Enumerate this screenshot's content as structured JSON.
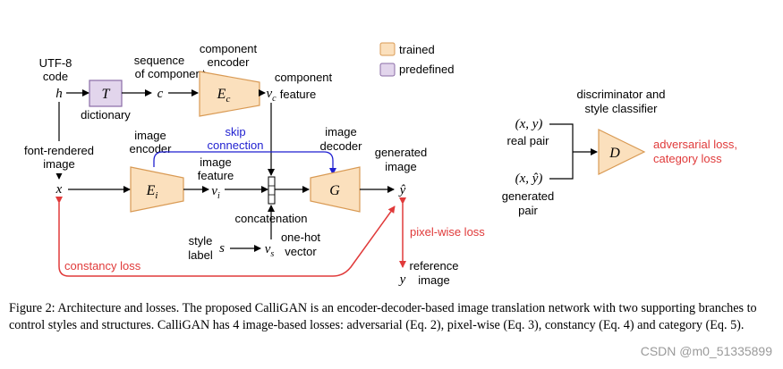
{
  "legend": {
    "trained_label": "trained",
    "predefined_label": "predefined",
    "trained_color": "#fbe0bd",
    "predefined_color": "#e2d5ec"
  },
  "colors": {
    "trained_fill": "#fbe0bd",
    "trained_stroke": "#d99a54",
    "predefined_fill": "#e2d5ec",
    "predefined_stroke": "#8a6ca6",
    "loss_red": "#e03a3a",
    "skip_blue": "#1f1fd0"
  },
  "labels": {
    "utf8_line1": "UTF-8",
    "utf8_line2": "code",
    "h": "h",
    "T": "T",
    "dictionary": "dictionary",
    "seq_line1": "sequence",
    "seq_line2": "of component",
    "c": "c",
    "comp_enc_line1": "component",
    "comp_enc_line2": "encoder",
    "Ec_main": "E",
    "Ec_sub": "c",
    "vc_main": "v",
    "vc_sub": "c",
    "comp_feat_line1": "component",
    "comp_feat_line2": "feature",
    "font_line1": "font-rendered",
    "font_line2": "image",
    "x": "x",
    "img_enc_line1": "image",
    "img_enc_line2": "encoder",
    "Ei_main": "E",
    "Ei_sub": "i",
    "skip_line1": "skip",
    "skip_line2": "connection",
    "img_feat_line1": "image",
    "img_feat_line2": "feature",
    "vi_main": "v",
    "vi_sub": "i",
    "concatenation": "concatenation",
    "img_dec_line1": "image",
    "img_dec_line2": "decoder",
    "G": "G",
    "gen_line1": "generated",
    "gen_line2": "image",
    "yhat": "ŷ",
    "style_line1": "style",
    "style_line2": "label",
    "s": "s",
    "vs_main": "v",
    "vs_sub": "s",
    "onehot_line1": "one-hot",
    "onehot_line2": "vector",
    "pixel_loss": "pixel-wise loss",
    "constancy_loss": "constancy loss",
    "y": "y",
    "ref_line1": "reference",
    "ref_line2": "image",
    "disc_line1": "discriminator and",
    "disc_line2": "style classifier",
    "xy": "(x, y)",
    "real_pair": "real pair",
    "xyhat": "(x, ŷ)",
    "genpair_line1": "generated",
    "genpair_line2": "pair",
    "D": "D",
    "adv_line1": "adversarial loss,",
    "adv_line2": "category loss"
  },
  "caption": "Figure 2: Architecture and losses. The proposed CalliGAN is an encoder-decoder-based image translation network with two supporting branches to control styles and structures. CalliGAN has 4 image-based losses: adversarial (Eq. 2), pixel-wise (Eq. 3), constancy (Eq. 4) and category (Eq. 5).",
  "watermark": "CSDN @m0_51335899"
}
